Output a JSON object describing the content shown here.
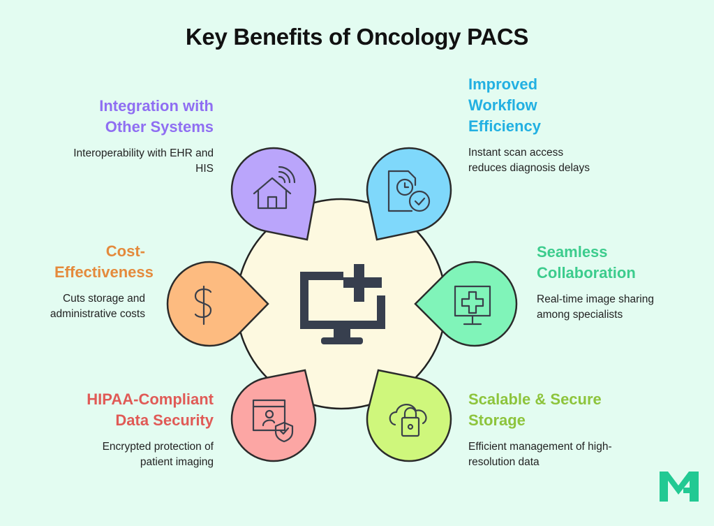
{
  "title": "Key Benefits of Oncology PACS",
  "center_icon": "monitor-medical-cross-icon",
  "benefits": [
    {
      "id": "integration",
      "heading": "Integration with Other Systems",
      "desc": "Interoperability with EHR and HIS",
      "icon": "smart-home-icon",
      "fill": "#baa5fb",
      "text_color": "#8f6ef2"
    },
    {
      "id": "workflow",
      "heading": "Improved Workflow Efficiency",
      "desc": "Instant scan access reduces diagnosis delays",
      "icon": "document-clock-check-icon",
      "fill": "#7fd8fb",
      "text_color": "#22b0e2"
    },
    {
      "id": "cost",
      "heading": "Cost-Effectiveness",
      "desc": "Cuts storage and administrative costs",
      "icon": "dollar-icon",
      "fill": "#fdbb80",
      "text_color": "#e48a3c"
    },
    {
      "id": "collaboration",
      "heading": "Seamless Collaboration",
      "desc": "Real-time image sharing among specialists",
      "icon": "monitor-cross-icon",
      "fill": "#80f4b9",
      "text_color": "#3ccc8d"
    },
    {
      "id": "security",
      "heading": "HIPAA-Compliant Data Security",
      "desc": "Encrypted protection of patient imaging",
      "icon": "user-shield-icon",
      "fill": "#fca6a4",
      "text_color": "#e05a56"
    },
    {
      "id": "storage",
      "heading": "Scalable & Secure Storage",
      "desc": "Efficient management of high-resolution data",
      "icon": "cloud-lock-icon",
      "fill": "#cff77c",
      "text_color": "#8dc43c"
    }
  ],
  "logo_color": "#22c993"
}
